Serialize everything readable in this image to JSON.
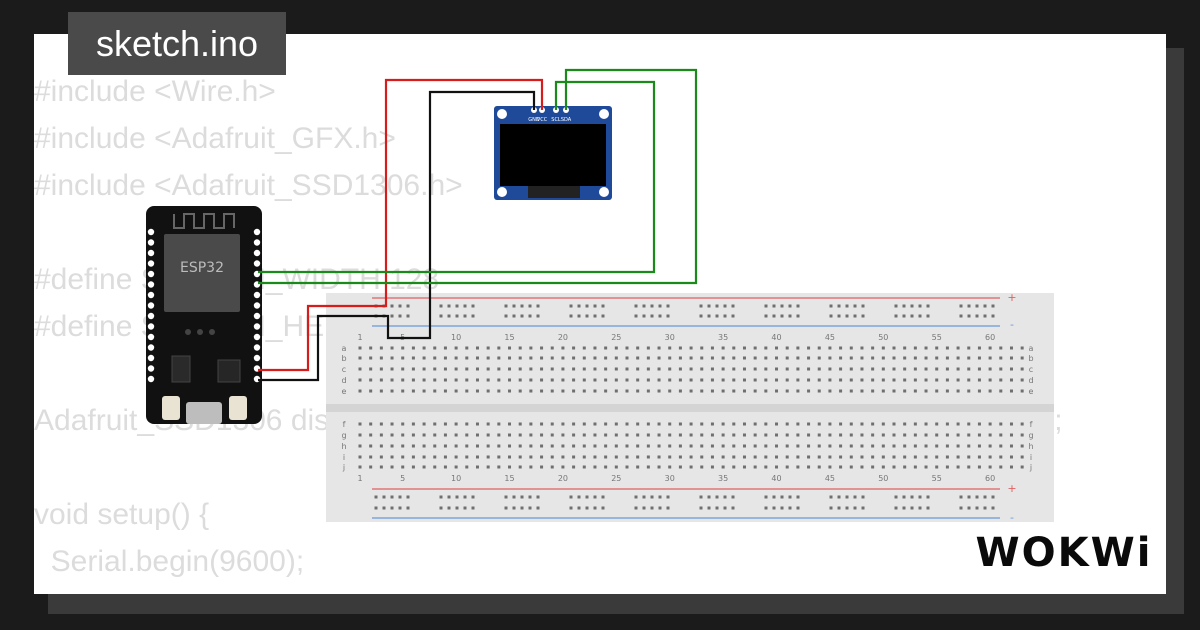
{
  "file": {
    "name": "sketch.ino"
  },
  "code": {
    "lines": [
      "#include <Wire.h>",
      "#include <Adafruit_GFX.h>",
      "#include <Adafruit_SSD1306.h>",
      "",
      "#define SCREEN_WIDTH 128",
      "#define SCREEN_HEIGHT 64",
      "",
      "Adafruit_SSD1306 display(SCREEN_WIDTH, SCREEN_HEIGHT, &Wire, -1);",
      "",
      "void setup() {",
      "  Serial.begin(9600);"
    ]
  },
  "esp32": {
    "label": "ESP32"
  },
  "oled": {
    "pins": [
      "GND",
      "VCC",
      "SCL",
      "SDA"
    ]
  },
  "breadboard": {
    "column_numbers": [
      "1",
      "5",
      "10",
      "15",
      "20",
      "25",
      "30",
      "35",
      "40",
      "45",
      "50",
      "55",
      "60"
    ],
    "rows_top": [
      "a",
      "b",
      "c",
      "d",
      "e"
    ],
    "rows_bottom": [
      "f",
      "g",
      "h",
      "i",
      "j"
    ],
    "plus": "+",
    "minus": "-"
  },
  "brand": {
    "logo": "WOKWi"
  },
  "colors": {
    "wire_power": "#d81b1b",
    "wire_ground": "#111111",
    "wire_signal": "#1a8a1a",
    "oled_blue": "#1f4a9a",
    "rail_red": "#e06060",
    "rail_blue": "#6a9ad8"
  }
}
